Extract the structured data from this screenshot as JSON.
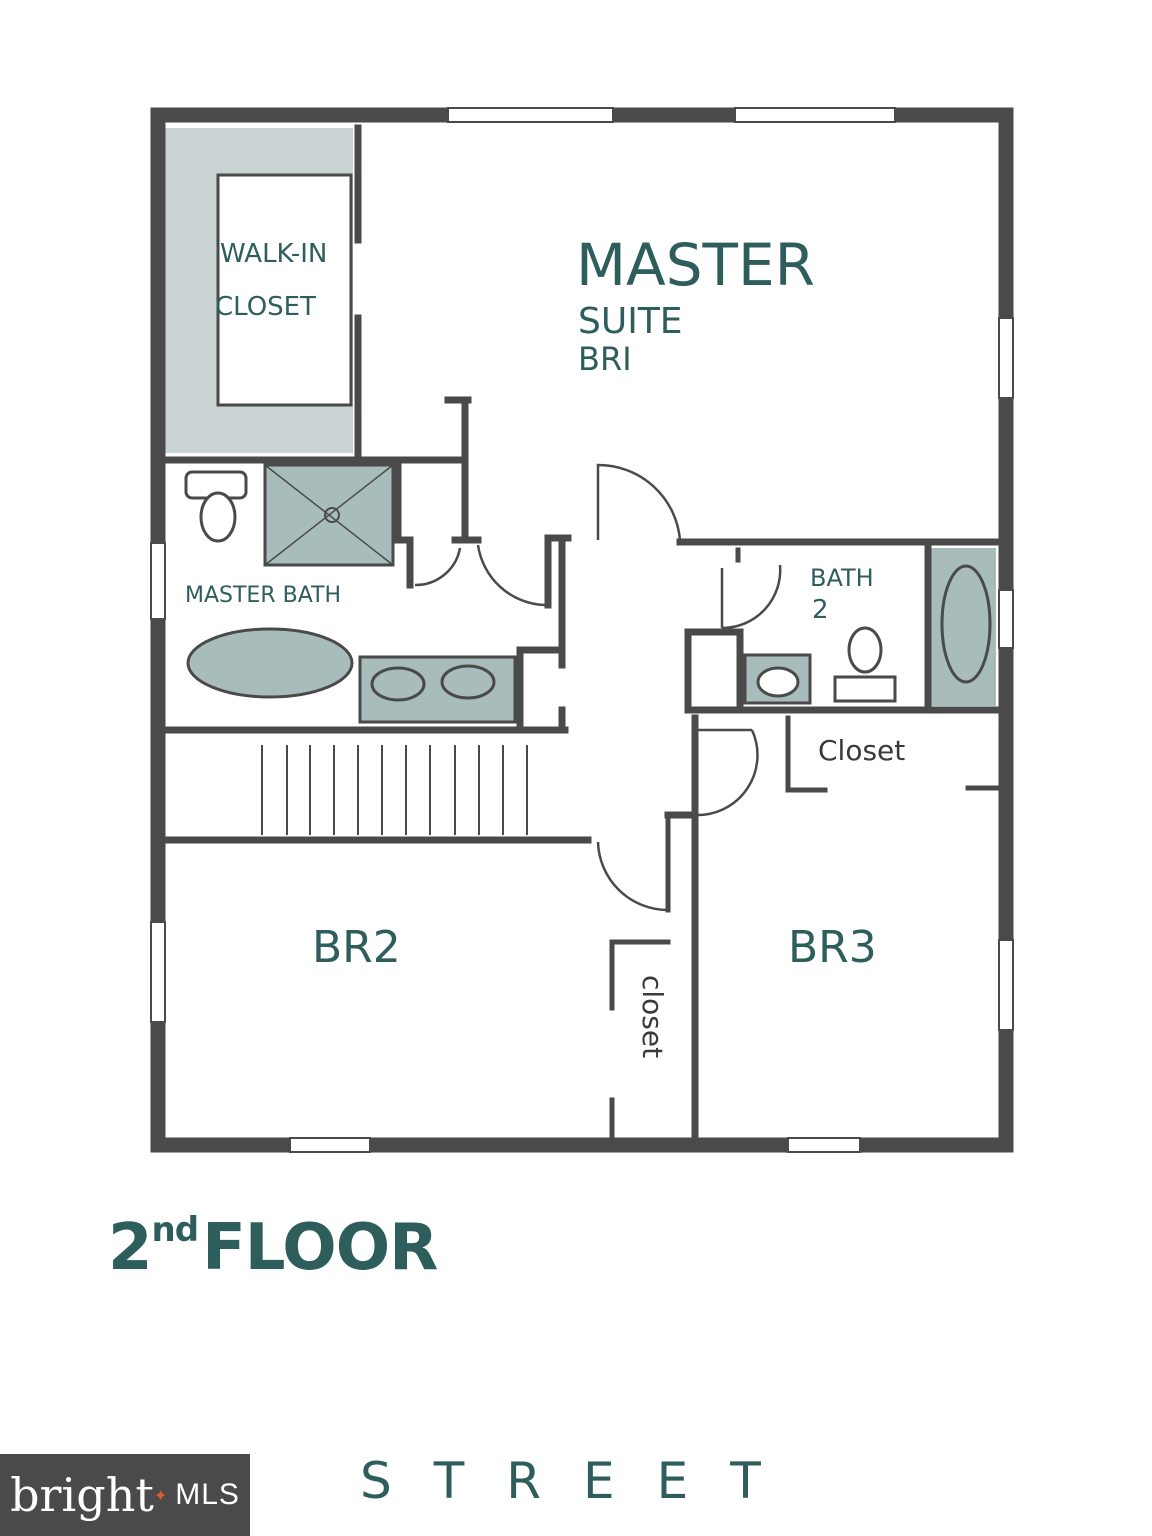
{
  "floor_plan": {
    "rooms": {
      "walk_in_line1": "WALK-IN",
      "walk_in_line2": "CLOSET",
      "master_line1": "MASTER",
      "master_line2": "SUITE",
      "master_line3": "BRI",
      "master_bath": "MASTER BATH",
      "bath2_line1": "BATH",
      "bath2_line2": "2",
      "closet_upper": "Closet",
      "closet_br2": "closet",
      "br2": "BR2",
      "br3": "BR3"
    },
    "title_main": "2",
    "title_sup": "nd",
    "title_rest": "FLOOR",
    "street": "STREET"
  },
  "logo": {
    "brand": "bright",
    "suffix": "MLS"
  },
  "colors": {
    "wall": "#4a4a4a",
    "label": "#2e5e5c",
    "fixture_fill": "#a9bcbc",
    "shade": "#c9d3d3"
  }
}
